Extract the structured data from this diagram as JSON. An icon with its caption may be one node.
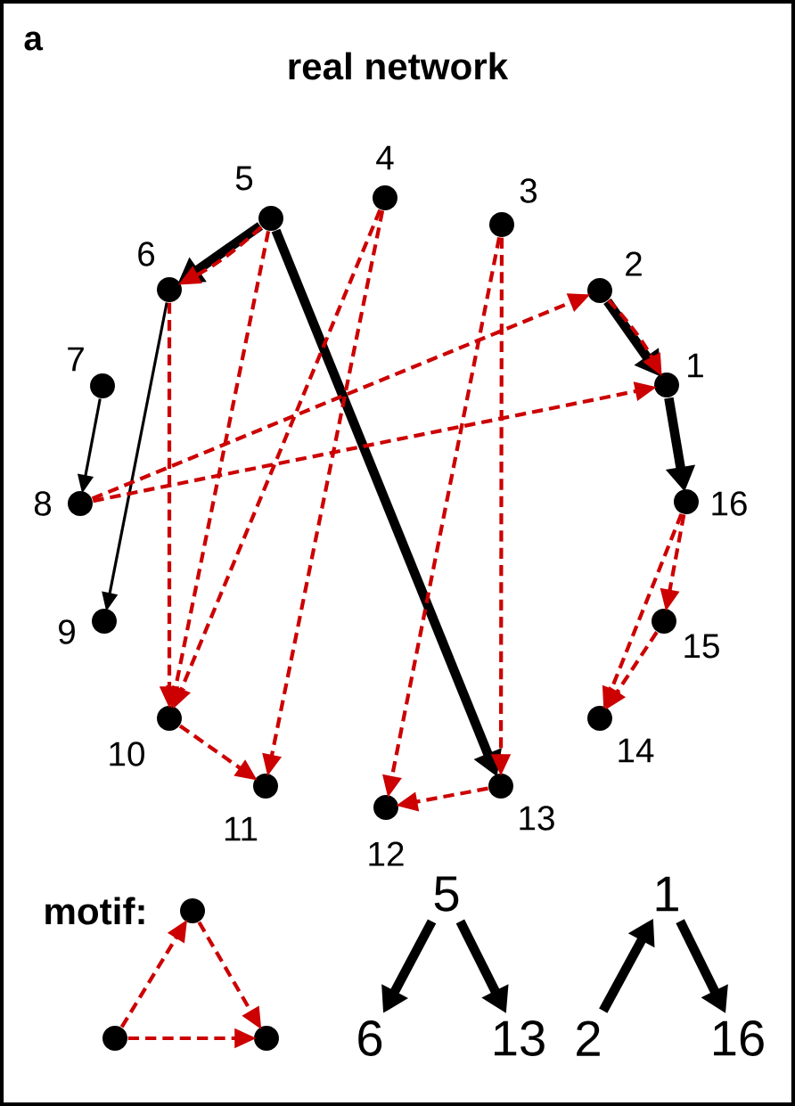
{
  "diagram": {
    "title": "real network",
    "nodes": [
      {
        "text": [],
        "shape": "circle",
        "beside": [
          "1"
        ]
      },
      {
        "text": [],
        "shape": "circle",
        "beside": [
          "2"
        ]
      },
      {
        "text": [],
        "shape": "circle",
        "beside": [
          "3"
        ]
      },
      {
        "text": [],
        "shape": "circle",
        "beside": [
          "4"
        ]
      },
      {
        "text": [],
        "shape": "circle",
        "beside": [
          "5"
        ]
      },
      {
        "text": [],
        "shape": "circle",
        "beside": [
          "6"
        ]
      },
      {
        "text": [],
        "shape": "circle",
        "beside": [
          "7"
        ]
      },
      {
        "text": [],
        "shape": "circle",
        "beside": [
          "8"
        ]
      },
      {
        "text": [],
        "shape": "circle",
        "beside": [
          "9"
        ]
      },
      {
        "text": [],
        "shape": "circle",
        "beside": [
          "10"
        ]
      },
      {
        "text": [],
        "shape": "circle",
        "beside": [
          "11"
        ]
      },
      {
        "text": [],
        "shape": "circle",
        "beside": [
          "12"
        ]
      },
      {
        "text": [],
        "shape": "circle",
        "beside": [
          "13"
        ]
      },
      {
        "text": [],
        "shape": "circle",
        "beside": [
          "14"
        ]
      },
      {
        "text": [],
        "shape": "circle",
        "beside": [
          "15"
        ]
      },
      {
        "text": [],
        "shape": "circle",
        "beside": [
          "16"
        ]
      },
      {
        "text": [],
        "shape": "circle"
      },
      {
        "text": [],
        "shape": "circle"
      },
      {
        "text": [],
        "shape": "circle"
      },
      {
        "text": [
          "5"
        ]
      },
      {
        "text": [
          "6"
        ]
      },
      {
        "text": [
          "13"
        ]
      },
      {
        "text": [
          "1"
        ]
      },
      {
        "text": [
          "2"
        ]
      },
      {
        "text": [
          "16"
        ]
      }
    ],
    "edges": [
      {
        "from": 4,
        "to": 5,
        "arrow": "to",
        "style": "thick",
        "color": "#000000"
      },
      {
        "from": 4,
        "to": 12,
        "arrow": "to",
        "style": "thick",
        "color": "#000000"
      },
      {
        "from": 5,
        "to": 8,
        "arrow": "to",
        "color": "#000000"
      },
      {
        "from": 6,
        "to": 7,
        "arrow": "to",
        "color": "#000000"
      },
      {
        "from": 1,
        "to": 0,
        "arrow": "to",
        "style": "thick",
        "color": "#000000"
      },
      {
        "from": 0,
        "to": 15,
        "arrow": "to",
        "style": "thick",
        "color": "#000000"
      },
      {
        "from": 4,
        "to": 5,
        "arrow": "to",
        "style": "dashed"
      },
      {
        "from": 1,
        "to": 0,
        "arrow": "to",
        "style": "dashed"
      },
      {
        "from": 7,
        "to": 1,
        "arrow": "to",
        "style": "dashed"
      },
      {
        "from": 7,
        "to": 0,
        "arrow": "to",
        "style": "dashed"
      },
      {
        "from": 5,
        "to": 9,
        "arrow": "to",
        "style": "dashed"
      },
      {
        "from": 4,
        "to": 9,
        "arrow": "to",
        "style": "dashed"
      },
      {
        "from": 3,
        "to": 9,
        "arrow": "to",
        "style": "dashed"
      },
      {
        "from": 3,
        "to": 10,
        "arrow": "to",
        "style": "dashed"
      },
      {
        "from": 9,
        "to": 10,
        "arrow": "to",
        "style": "dashed"
      },
      {
        "from": 2,
        "to": 11,
        "arrow": "to",
        "style": "dashed"
      },
      {
        "from": 2,
        "to": 12,
        "arrow": "to",
        "style": "dashed"
      },
      {
        "from": 12,
        "to": 11,
        "arrow": "to",
        "style": "dashed"
      },
      {
        "from": 15,
        "to": 14,
        "arrow": "to",
        "style": "dashed"
      },
      {
        "from": 15,
        "to": 13,
        "arrow": "to",
        "style": "dashed"
      },
      {
        "from": 14,
        "to": 13,
        "arrow": "to",
        "style": "dashed"
      },
      {
        "from": 17,
        "to": 16,
        "arrow": "to",
        "style": "dashed"
      },
      {
        "from": 16,
        "to": 18,
        "arrow": "to",
        "style": "dashed"
      },
      {
        "from": 17,
        "to": 18,
        "arrow": "to",
        "style": "dashed"
      },
      {
        "from": 19,
        "to": 20,
        "arrow": "to",
        "style": "thick",
        "color": "#000000"
      },
      {
        "from": 19,
        "to": 21,
        "arrow": "to",
        "style": "thick",
        "color": "#000000"
      },
      {
        "from": 23,
        "to": 22,
        "arrow": "to",
        "style": "thick",
        "color": "#000000"
      },
      {
        "from": 22,
        "to": 24,
        "arrow": "to",
        "style": "thick",
        "color": "#000000"
      }
    ],
    "labels": [
      "a",
      "motif:"
    ]
  }
}
